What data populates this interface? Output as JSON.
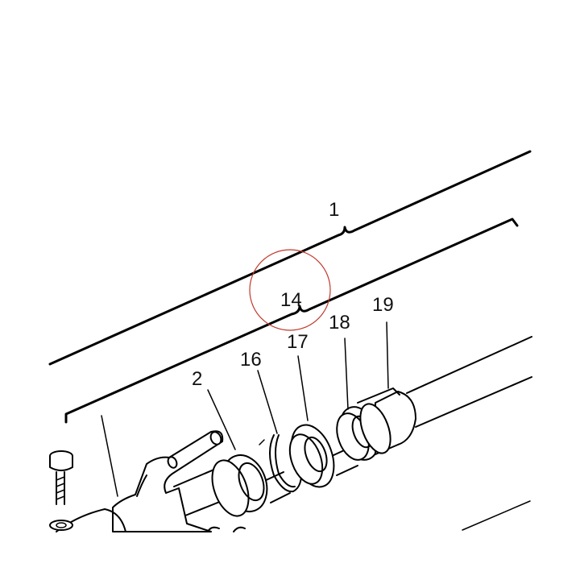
{
  "callouts": {
    "c1": "1",
    "c2": "2",
    "c14": "14",
    "c16": "16",
    "c17": "17",
    "c18": "18",
    "c19": "19"
  },
  "highlight": {
    "target": "14",
    "color": "#c0392b"
  }
}
